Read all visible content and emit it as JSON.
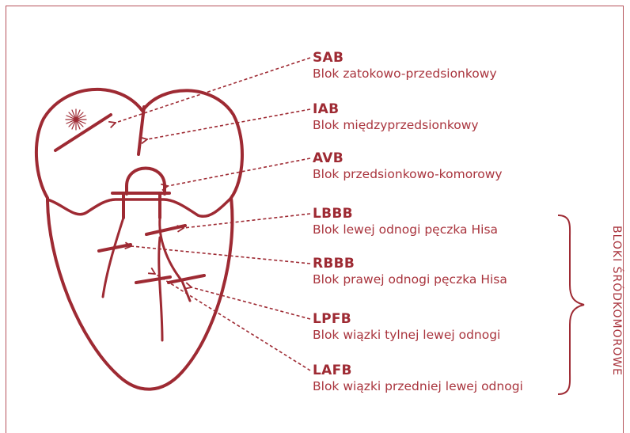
{
  "colors": {
    "accent": "#9e2a33",
    "frame": "#b5525a",
    "background": "#ffffff"
  },
  "blocks": [
    {
      "code": "SAB",
      "description": "Blok zatokowo-przedsionkowy"
    },
    {
      "code": "IAB",
      "description": "Blok międzyprzedsionkowy"
    },
    {
      "code": "AVB",
      "description": "Blok przedsionkowo-komorowy"
    },
    {
      "code": "LBBB",
      "description": "Blok lewej odnogi pęczka Hisa"
    },
    {
      "code": "RBBB",
      "description": "Blok prawej odnogi pęczka Hisa"
    },
    {
      "code": "LPFB",
      "description": "Blok wiązki tylnej lewej odnogi"
    },
    {
      "code": "LAFB",
      "description": "Blok wiązki przedniej lewej odnogi"
    }
  ],
  "group": {
    "label": "BLOKI  ŚRÓDKOMOROWE"
  }
}
